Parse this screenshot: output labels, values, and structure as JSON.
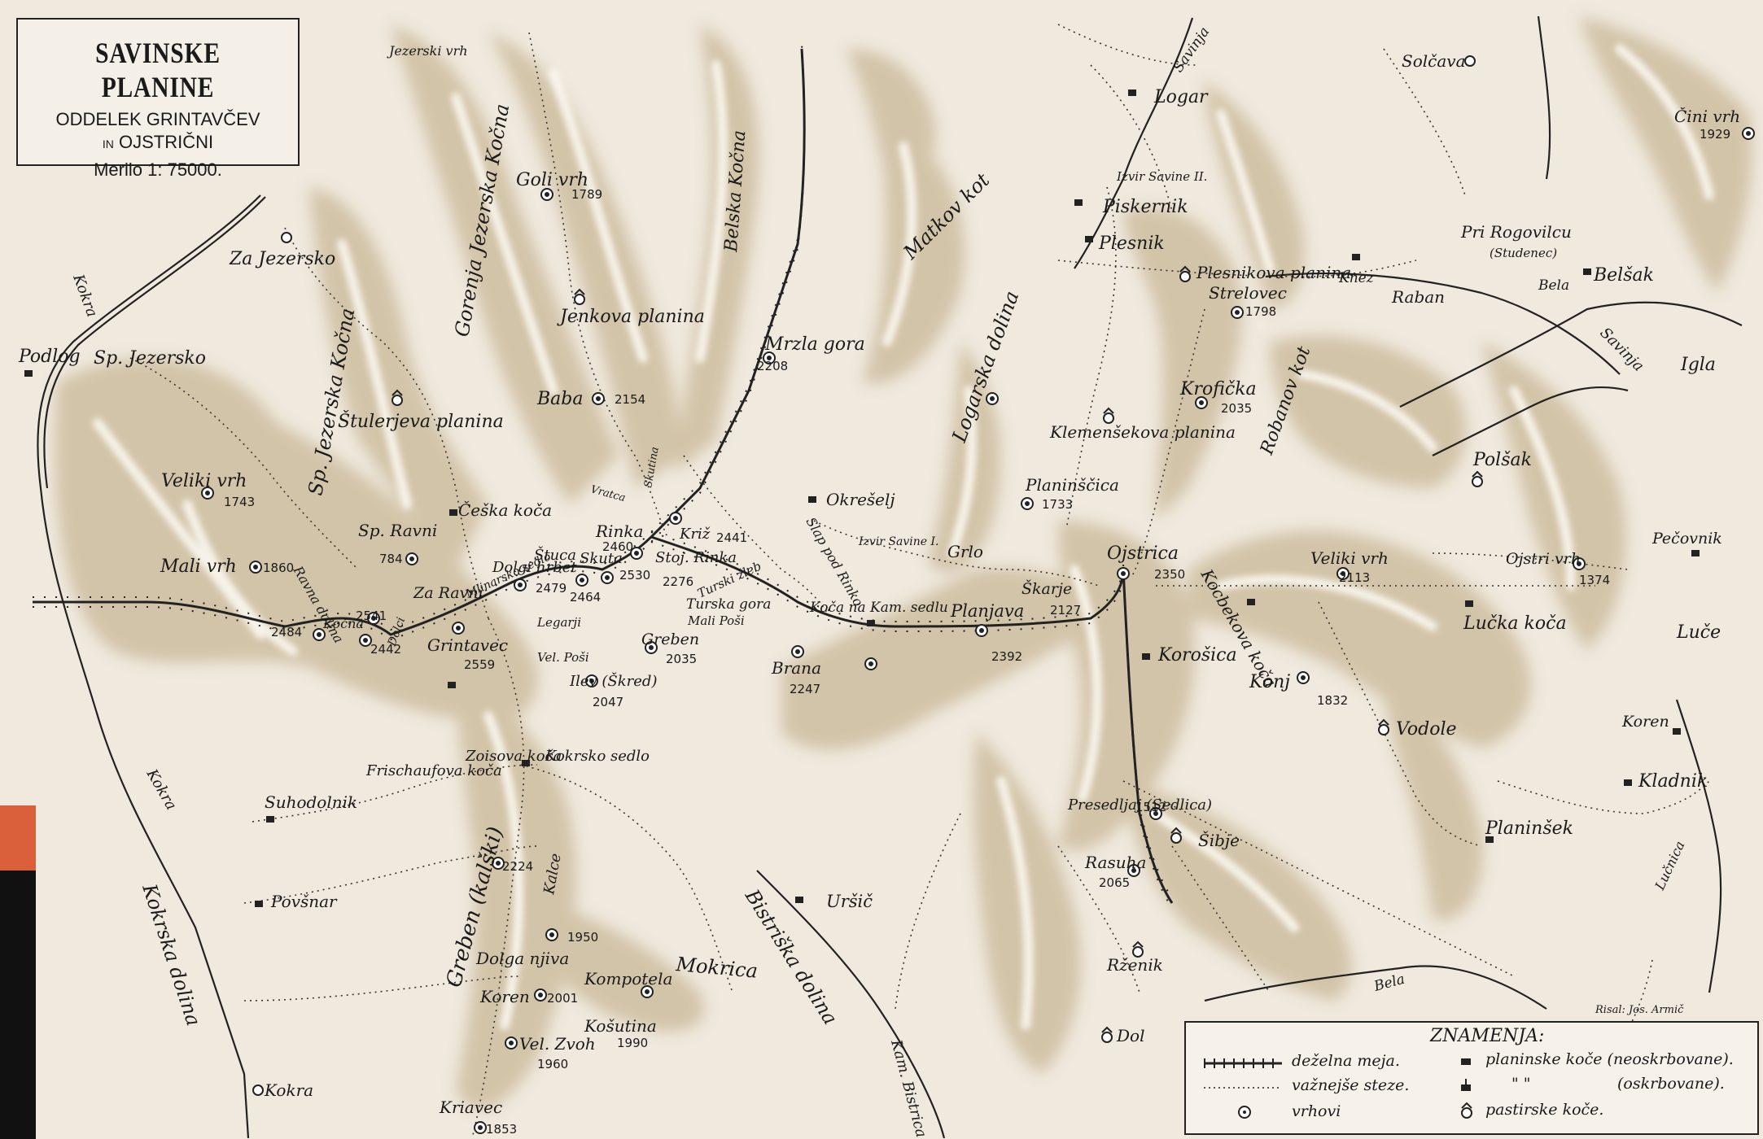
{
  "title": {
    "line1": "SAVINSKE PLANINE",
    "line2": "ODDELEK GRINTAVČEV",
    "line3_small": "IN",
    "line3": "OJSTRIČNI",
    "scale": "Merilo 1: 75000."
  },
  "credit": "Risal: Jos. Armič",
  "colors": {
    "paper": "#efe9de",
    "relief": "#c9b896",
    "ridge": "#fbf8f1",
    "ink": "#1a1a1a",
    "river": "#222222"
  },
  "legend": {
    "title": "ZNAMENJA:",
    "border": "deželna meja.",
    "paths": "važnejše steze.",
    "peaks": "vrhovi",
    "huts_unmanaged": "planinske koče (neoskrbovane).",
    "ditto": "\" \"",
    "huts_managed": "(oskrbovane).",
    "shepherd_huts": "pastirske koče."
  },
  "peaks": [
    {
      "name": "Goli vrh",
      "elev": "1789"
    },
    {
      "name": "Baba",
      "elev": "2154"
    },
    {
      "name": "Mrzla gora",
      "elev": "2208"
    },
    {
      "name": "Veliki vrh",
      "elev": "1743"
    },
    {
      "name": "Mali vrh",
      "elev": "1860"
    },
    {
      "name": "Sp. Ravni",
      "elev": "784"
    },
    {
      "name": "Grintavec",
      "elev": "2559"
    },
    {
      "name": "Rinka",
      "elev": "2460"
    },
    {
      "name": "Križ",
      "elev": "2441"
    },
    {
      "name": "Štuca",
      "elev": "2479"
    },
    {
      "name": "Skuta",
      "elev": "2530"
    },
    {
      "name": "Dolgi hrbet",
      "elev": "2464"
    },
    {
      "name": "Stoj. Rinka",
      "elev": "2276"
    },
    {
      "name": "Greben",
      "elev": "2035"
    },
    {
      "name": "Brana",
      "elev": "2247"
    },
    {
      "name": "Planjava",
      "elev": "2392"
    },
    {
      "name": "Ojstrica",
      "elev": "2350"
    },
    {
      "name": "Škarje",
      "elev": "2127"
    },
    {
      "name": "Planinščica",
      "elev": "1733"
    },
    {
      "name": "Krofička",
      "elev": "2035"
    },
    {
      "name": "Strelovec",
      "elev": "1798"
    },
    {
      "name": "Veliki vrh",
      "elev": "2113"
    },
    {
      "name": "Ojstri vrh",
      "elev": "1374"
    },
    {
      "name": "Čini vrh",
      "elev": "1929"
    },
    {
      "name": "Konj",
      "elev": "1832"
    },
    {
      "name": "Rasuha",
      "elev": "2065"
    },
    {
      "name": "Kalce",
      "elev": "2224"
    },
    {
      "name": "",
      "elev": "1950"
    },
    {
      "name": "Koren",
      "elev": "2001"
    },
    {
      "name": "Vel. Zvoh",
      "elev": "1960"
    },
    {
      "name": "Košutina",
      "elev": "1990"
    },
    {
      "name": "Kriavec",
      "elev": "1853"
    },
    {
      "name": "Ilev (Škred)",
      "elev": "2047"
    },
    {
      "name": "Kočna",
      "elev": "2541"
    },
    {
      "name": "",
      "elev": "2484"
    },
    {
      "name": "",
      "elev": "2442"
    },
    {
      "name": "Presedljaj (Sedlica)",
      "elev": "1512"
    }
  ],
  "labels": {
    "jezerski_vrh": "Jezerski vrh",
    "za_jezersko": "Za Jezersko",
    "sp_jezersko": "Sp. Jezersko",
    "podlog": "Podlog",
    "kokra_r1": "Kokra",
    "kokra_r2": "Kokra",
    "kokra_town": "Kokra",
    "kokrska_dolina": "Kokrska dolina",
    "gorenja_jk": "Gorenja Jezerska Kočna",
    "sp_jk": "Sp. Jezerska Kočna",
    "stulerjeva": "Štulerjeva planina",
    "jenkova": "Jenkova planina",
    "belska_kocna": "Belska Kočna",
    "ceska_koca": "Češka koča",
    "za_ravni": "Za Ravni",
    "ravna_dolina": "Ravna dolina",
    "dolci": "Dolci",
    "mlinarsko": "Mlinarsko sedlo",
    "legarji": "Legarji",
    "vel_posi": "Vel. Poši",
    "mali_posi": "Mali Poši",
    "turska_gora": "Turska gora",
    "turski_zleb": "Turski žleb",
    "koca_na_kam_sedlu": "Koča na Kam. sedlu",
    "slap": "Slap pod Rinko",
    "okreselj": "Okrešelj",
    "izvir_1": "Izvir Savine I.",
    "grlo": "Grlo",
    "matkov_kot": "Matkov kot",
    "logarska": "Logarska dolina",
    "logar": "Logar",
    "izvir_2": "Izvir Savine II.",
    "piskernik": "Piskernik",
    "plesnik": "Plesnik",
    "plesnikova": "Plesnikova planina",
    "knez": "Knez",
    "raban": "Raban",
    "robanov_kot": "Robanov kot",
    "klemensek": "Klemenšekova planina",
    "solcava": "Solčava",
    "pri_rogovilcu": "Pri Rogovilcu",
    "studenec": "(Studenec)",
    "belsak": "Belšak",
    "bela1": "Bela",
    "bela2": "Bela",
    "savinja1": "Savinja",
    "savinja2": "Savinja",
    "igla": "Igla",
    "polsak": "Polšak",
    "pecovnik": "Pečovnik",
    "lucka_koca": "Lučka koča",
    "luce": "Luče",
    "koren_e": "Koren",
    "kladnik": "Kladnik",
    "planinsek": "Planinšek",
    "lucnica": "Lučnica",
    "vodole": "Vodole",
    "korosica": "Korošica",
    "kocbekova": "Kocbekova koča",
    "sibje": "Šibje",
    "rzenik": "Rženik",
    "dol": "Dol",
    "ursic": "Uršič",
    "bistriska": "Bistriška dolina",
    "kam_bistrica": "Kam. Bistrica",
    "zoisova": "Zoisova koča",
    "kokrsko_sedlo": "Kokrsko sedlo",
    "frischauf": "Frischaufova koča",
    "suhodolnik": "Suhodolnik",
    "povsnar": "Povšnar",
    "greben_kalski": "Greben (kalški)",
    "dolga_njiva": "Dolga njiva",
    "kompotela": "Kompotela",
    "mokrica": "Mokrica",
    "vratca": "Vratca",
    "skutina": "Skutina"
  }
}
